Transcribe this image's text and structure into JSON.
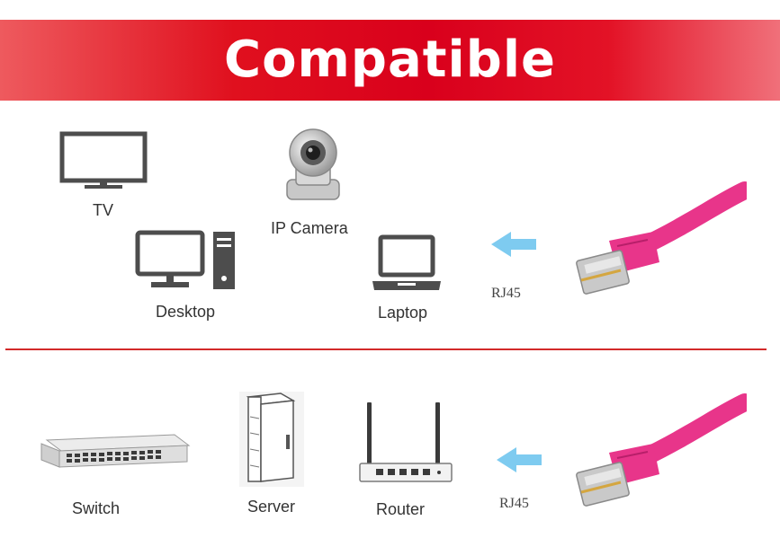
{
  "banner": {
    "title": "Compatible"
  },
  "colors": {
    "banner_red": "#d9001c",
    "divider_red": "#d22a2a",
    "arrow_blue": "#7ecbf0",
    "cable_pink": "#e8358a",
    "icon_gray": "#4d4d4d"
  },
  "top_section": {
    "devices": [
      {
        "label": "TV",
        "icon": "tv-icon"
      },
      {
        "label": "IP Camera",
        "icon": "ip-camera-icon"
      },
      {
        "label": "Desktop",
        "icon": "desktop-icon"
      },
      {
        "label": "Laptop",
        "icon": "laptop-icon"
      }
    ],
    "connector_label": "RJ45"
  },
  "bottom_section": {
    "devices": [
      {
        "label": "Switch",
        "icon": "switch-icon"
      },
      {
        "label": "Server",
        "icon": "server-icon"
      },
      {
        "label": "Router",
        "icon": "router-icon"
      }
    ],
    "connector_label": "RJ45"
  }
}
